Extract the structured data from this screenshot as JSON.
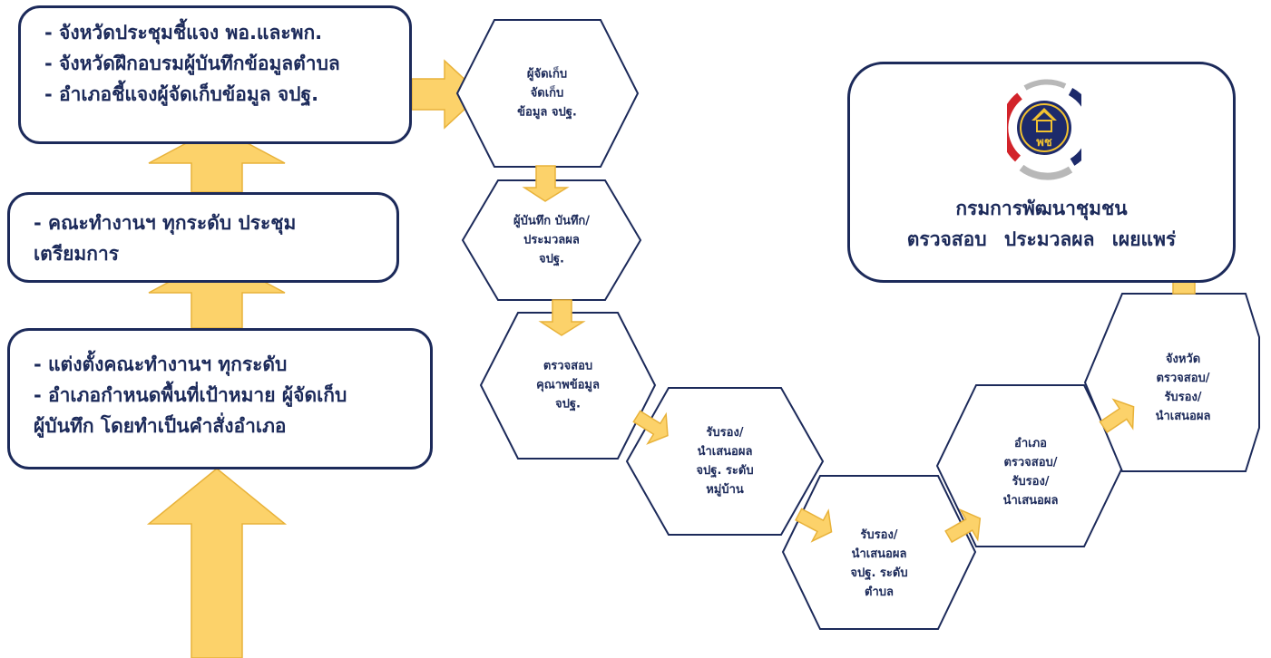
{
  "boxes": {
    "top": [
      "- จังหวัดประชุมชี้แจง พอ.และพก.",
      "- จังหวัดฝึกอบรมผู้บันทึกข้อมูลตำบล",
      "- อำเภอชี้แจงผู้จัดเก็บข้อมูล จปฐ."
    ],
    "middle": [
      "- คณะทำงานฯ ทุกระดับ ประชุม",
      "เตรียมการ"
    ],
    "bottom": [
      "- แต่งตั้งคณะทำงานฯ ทุกระดับ",
      "- อำเภอกำหนดพื้นที่เป้าหมาย ผู้จัดเก็บ",
      "ผู้บันทึก โดยทำเป็นคำสั่งอำเภอ"
    ]
  },
  "steps": [
    {
      "lines": [
        "ผู้จัดเก็บ",
        "จัดเก็บ",
        "ข้อมูล จปฐ."
      ]
    },
    {
      "lines": [
        "ผู้บันทึก บันทึก/",
        "ประมวลผล",
        "จปฐ."
      ]
    },
    {
      "lines": [
        "ตรวจสอบ",
        "คุณาพข้อมูล",
        "จปฐ."
      ]
    },
    {
      "lines": [
        "รับรอง/",
        "นำเสนอผล",
        "จปฐ. ระดับ",
        "หมู่บ้าน"
      ]
    },
    {
      "lines": [
        "รับรอง/",
        "นำเสนอผล",
        "จปฐ. ระดับ",
        "ตำบล"
      ]
    },
    {
      "lines": [
        "อำเภอ",
        "ตรวจสอบ/",
        "รับรอง/",
        "นำเสนอผล"
      ]
    },
    {
      "lines": [
        "จังหวัด",
        "ตรวจสอบ/",
        "รับรอง/",
        "นำเสนอผล"
      ]
    }
  ],
  "department": {
    "name": "กรมการพัฒนาชุมชน",
    "tasks": "ตรวจสอบ ประมวลผล เผยแพร่",
    "logo_text": "พช"
  },
  "colors": {
    "outline": "#1c2a5a",
    "arrow_fill": "#fcd26a",
    "arrow_stroke": "#e8b23a",
    "logo_blue": "#1d2a6b",
    "logo_red": "#d2232a",
    "logo_gray": "#b8b8b8",
    "logo_gold": "#f2c230"
  }
}
